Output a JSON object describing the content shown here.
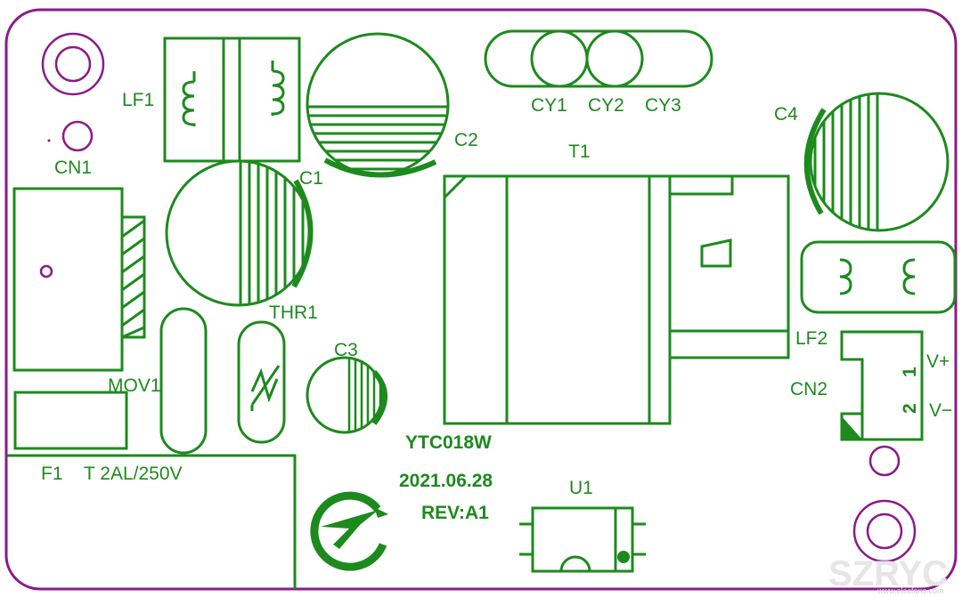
{
  "labels": {
    "lf1": "LF1",
    "cn1": "CN1",
    "c1": "C1",
    "c2": "C2",
    "c3": "C3",
    "c4": "C4",
    "cy1": "CY1",
    "cy2": "CY2",
    "cy3": "CY3",
    "t1": "T1",
    "thr1": "THR1",
    "mov1": "MOV1",
    "lf2": "LF2",
    "cn2": "CN2",
    "f1": "F1",
    "f1_rating": "T  2AL/250V",
    "u1": "U1",
    "vplus": "V+",
    "vminus": "V−",
    "pin1": "1",
    "pin2": "2"
  },
  "board_info": {
    "model": "YTC018W",
    "date": "2021.06.28",
    "revision": "REV:A1"
  },
  "watermark": {
    "brand": "SZRYC",
    "site": "www.elecfans.com"
  },
  "colors": {
    "silkscreen": "#1d8a1d",
    "outline": "#8a1a8a",
    "background": "#ffffff"
  }
}
